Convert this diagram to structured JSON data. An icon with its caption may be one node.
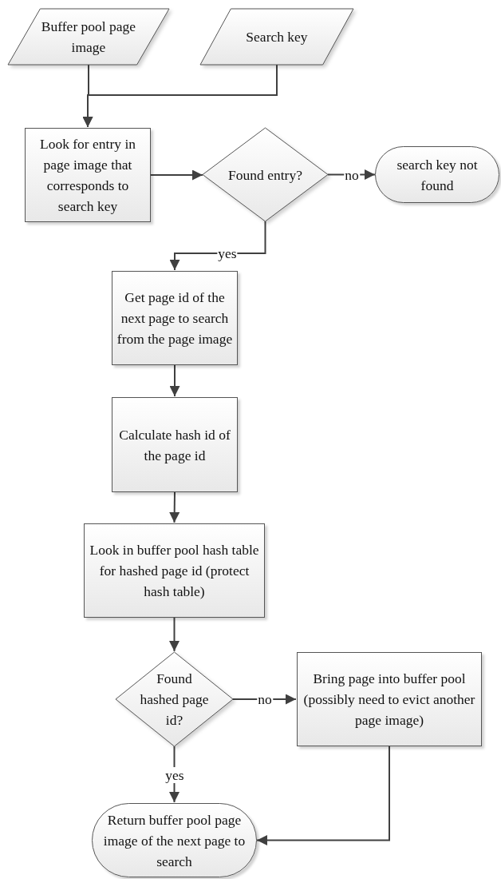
{
  "diagram": {
    "nodes": [
      {
        "text": [
          "Buffer pool page image"
        ]
      },
      {
        "text": [
          "Search key"
        ]
      },
      {
        "text": [
          "Look for entry in page image that corresponds to search key"
        ]
      },
      {
        "text": [
          "Found entry?"
        ]
      },
      {
        "text": [
          "search key not found"
        ]
      },
      {
        "text": [
          "Get page id of the next page to search from the page image"
        ]
      },
      {
        "text": [
          "Calculate hash id of the page id"
        ]
      },
      {
        "text": [
          "Look in buffer pool hash table for hashed page id (protect hash table)"
        ]
      },
      {
        "text": [
          "Found hashed page id?"
        ]
      },
      {
        "text": [
          "Bring page into buffer pool (possibly need to evict another page image)"
        ]
      },
      {
        "text": [
          "Return buffer pool page image of the next page to search"
        ]
      }
    ],
    "edges": [
      {
        "from": 0,
        "to": 2,
        "arrow": "to"
      },
      {
        "from": 1,
        "to": 2,
        "arrow": "to"
      },
      {
        "from": 2,
        "to": 3,
        "arrow": "to"
      },
      {
        "from": 3,
        "to": 4,
        "arrow": "to",
        "label": "no"
      },
      {
        "from": 3,
        "to": 5,
        "arrow": "to",
        "label": "yes"
      },
      {
        "from": 5,
        "to": 6,
        "arrow": "to"
      },
      {
        "from": 6,
        "to": 7,
        "arrow": "to"
      },
      {
        "from": 7,
        "to": 8,
        "arrow": "to"
      },
      {
        "from": 8,
        "to": 10,
        "arrow": "to",
        "label": "yes"
      },
      {
        "from": 8,
        "to": 9,
        "arrow": "to",
        "label": "no"
      },
      {
        "from": 9,
        "to": 10,
        "arrow": "to"
      }
    ]
  }
}
